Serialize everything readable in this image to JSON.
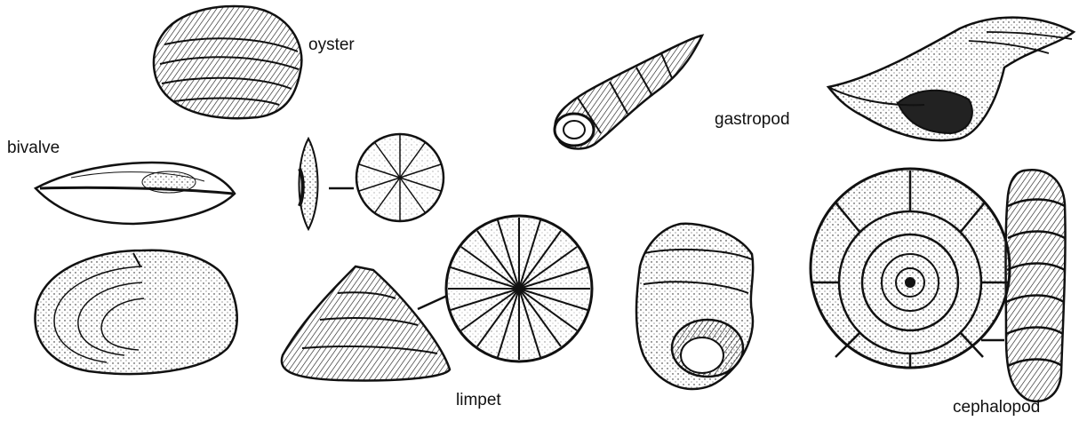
{
  "labels": {
    "oyster": "oyster",
    "bivalve": "bivalve",
    "gastropod": "gastropod",
    "limpet": "limpet",
    "cephalopod": "cephalopod"
  },
  "colors": {
    "ink": "#111111",
    "background": "#ffffff"
  }
}
